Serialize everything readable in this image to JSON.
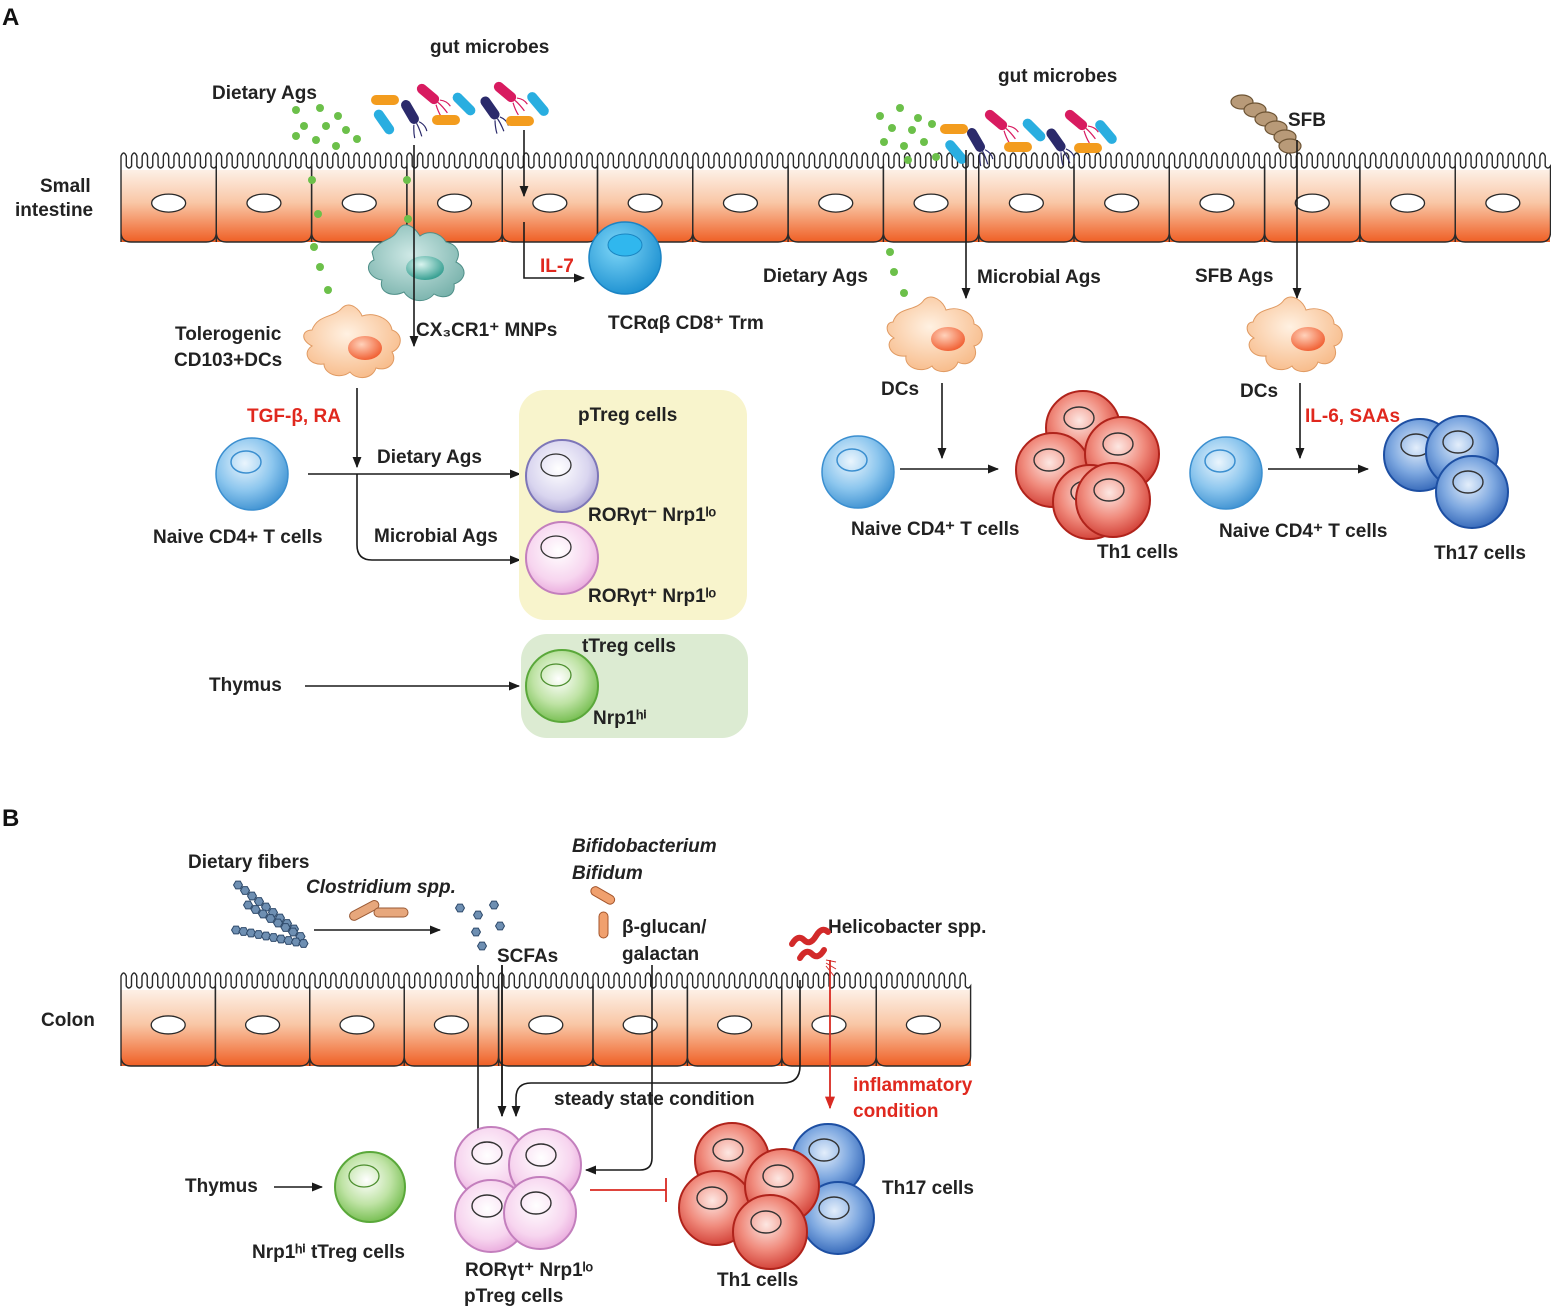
{
  "panels": {
    "a": "A",
    "b": "B"
  },
  "panel_a": {
    "small_intestine": [
      "Small",
      "intestine"
    ],
    "dietary_ags_top": "Dietary Ags",
    "gut_microbes_left": "gut microbes",
    "gut_microbes_right": "gut microbes",
    "sfb": "SFB",
    "il7": "IL-7",
    "trm": "TCRαβ CD8⁺ Trm",
    "cx3cr1": "CX₃CR1⁺ MNPs",
    "tolerogenic": [
      "Tolerogenic",
      "CD103+DCs"
    ],
    "tgf_ra": "TGF-β, RA",
    "dietary_ags_mid": "Dietary Ags",
    "microbial_ags_mid": "Microbial Ags",
    "naive_cd4_left": "Naive CD4+ T cells",
    "ptreg_title": "pTreg cells",
    "rorgt_neg": "RORγt⁻ Nrp1ˡᵒ",
    "rorgt_pos": "RORγt⁺ Nrp1ˡᵒ",
    "treg_title": "tTreg cells",
    "nrp1hi": "Nrp1ʰⁱ",
    "thymus": "Thymus",
    "dietary_ags_right": "Dietary Ags",
    "microbial_ags_right": "Microbial Ags",
    "sfb_ags": "SFB Ags",
    "dcs_mid": "DCs",
    "dcs_right": "DCs",
    "naive_cd4_mid": "Naive CD4⁺ T cells",
    "naive_cd4_right": "Naive CD4⁺ T cells",
    "th1": "Th1 cells",
    "th17": "Th17 cells",
    "il6_saa": "IL-6, SAAs"
  },
  "panel_b": {
    "dietary_fibers": "Dietary fibers",
    "clostridium": "Clostridium spp.",
    "bifido": [
      "Bifidobacterium",
      "Bifidum"
    ],
    "glucan": [
      "β-glucan/",
      "galactan"
    ],
    "scfas": "SCFAs",
    "helicobacter": "Helicobacter spp.",
    "colon": "Colon",
    "steady": "steady state condition",
    "inflammatory": [
      "inflammatory",
      "condition"
    ],
    "thymus": "Thymus",
    "ttreg": "Nrp1ʰⁱ tTreg cells",
    "ptreg": [
      "RORγt⁺ Nrp1ˡᵒ",
      "pTreg cells"
    ],
    "th1": "Th1 cells",
    "th17": "Th17 cells"
  },
  "colors": {
    "epithelium_top": "#fbe3d4",
    "epithelium_bottom": "#f0662c",
    "naive_cell": "#5aa7de",
    "treg_purple": "#8f86c4",
    "treg_pink": "#e7a4d8",
    "ttreg_green": "#6cbd45",
    "th1_red": "#d8362c",
    "th17_blue": "#2a62b8",
    "dc_orange": "#f8b27a",
    "mnp_teal": "#7bbdb5",
    "ptreg_box": "#f8f4cc",
    "ttreg_box": "#dcebd2",
    "emphasis_red": "#e0281e",
    "dietary_dot": "#6cc04a",
    "microbe_orange": "#f39c1e",
    "microbe_blue": "#29aee0",
    "microbe_navy": "#2b2a6b",
    "microbe_magenta": "#d81b60",
    "sfb_brown": "#a08060"
  }
}
